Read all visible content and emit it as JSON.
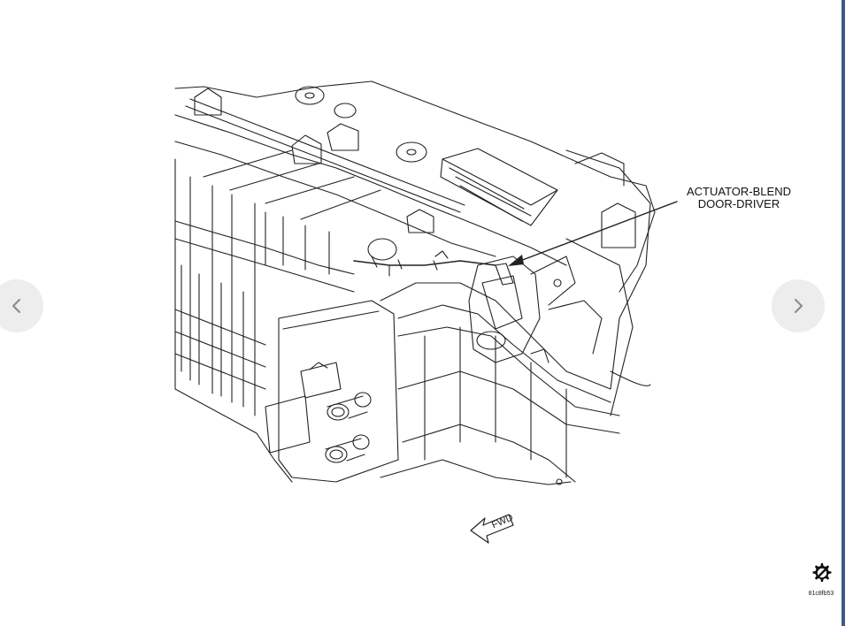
{
  "viewer": {
    "prev_icon": "chevron-left-icon",
    "next_icon": "chevron-right-icon"
  },
  "diagram": {
    "callout_line1": "ACTUATOR-BLEND",
    "callout_line2": "DOOR-DRIVER",
    "fwd_label": "FWD",
    "image_code": "81c8fb53",
    "logo_icon": "gear-slash-icon"
  },
  "colors": {
    "accent_bar": "#3f5a8a",
    "nav_button_bg": "#ececec",
    "line": "#222222"
  }
}
